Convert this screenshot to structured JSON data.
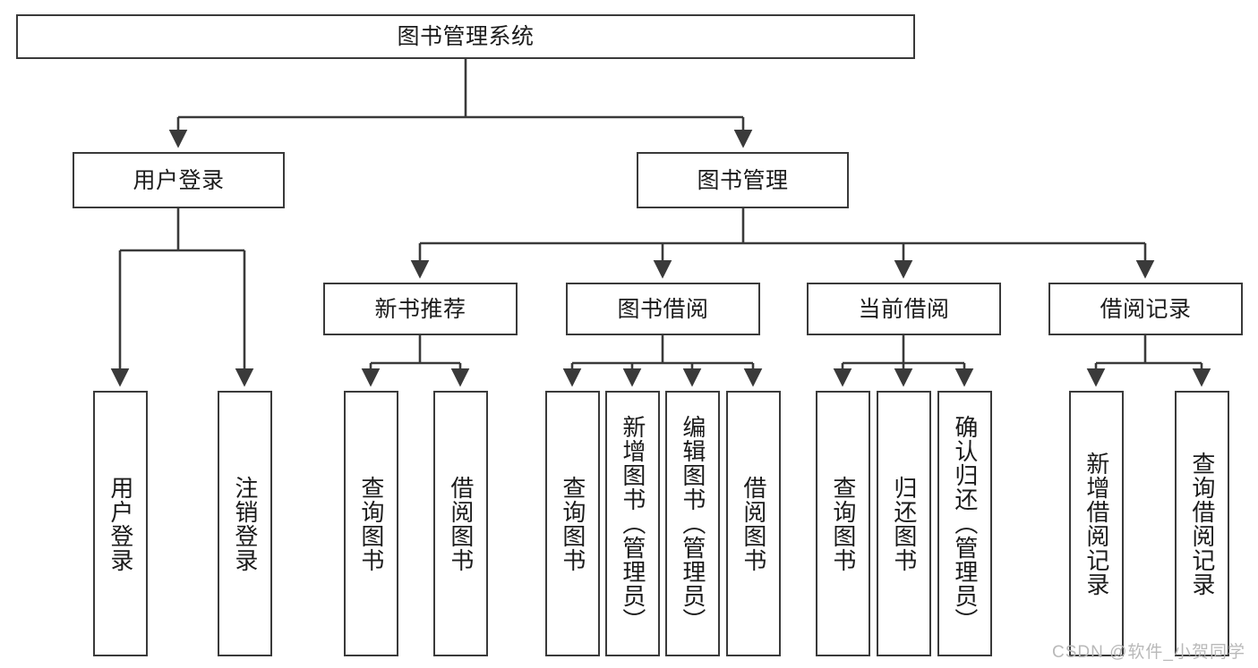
{
  "diagram": {
    "title": "图书管理系统",
    "watermark": "CSDN @软件_小贺同学",
    "stroke_color": "#3a3a3a",
    "background_color": "#ffffff",
    "text_color": "#1b1b1b",
    "watermark_color": "#b9b9b9",
    "type": "tree-hierarchy",
    "levels": 4
  },
  "nodes": {
    "root": {
      "label": "图书管理系统"
    },
    "level2": [
      {
        "label": "用户登录"
      },
      {
        "label": "图书管理"
      }
    ],
    "level3": [
      {
        "label": "新书推荐"
      },
      {
        "label": "图书借阅"
      },
      {
        "label": "当前借阅"
      },
      {
        "label": "借阅记录"
      }
    ],
    "leaves_user_login": [
      {
        "label": "用户登录"
      },
      {
        "label": "注销登录"
      }
    ],
    "leaves_new_book": [
      {
        "label": "查询图书"
      },
      {
        "label": "借阅图书"
      }
    ],
    "leaves_borrow": [
      {
        "label": "查询图书"
      },
      {
        "label": "新增图书（管理员）"
      },
      {
        "label": "编辑图书（管理员）"
      },
      {
        "label": "借阅图书"
      }
    ],
    "leaves_current": [
      {
        "label": "查询图书"
      },
      {
        "label": "归还图书"
      },
      {
        "label": "确认归还（管理员）"
      }
    ],
    "leaves_records": [
      {
        "label": "新增借阅记录"
      },
      {
        "label": "查询借阅记录"
      }
    ]
  }
}
